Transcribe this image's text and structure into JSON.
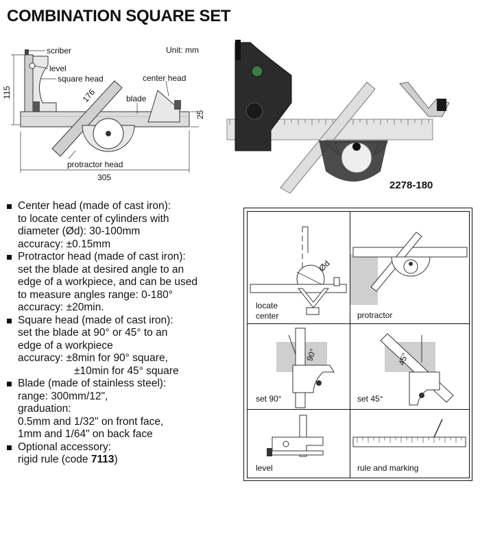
{
  "title": "COMBINATION SQUARE SET",
  "drawing": {
    "unit_label": "Unit: mm",
    "labels": {
      "scriber": "scriber",
      "level": "level",
      "square_head": "square head",
      "center_head": "center head",
      "blade": "blade",
      "protractor_head": "protractor head"
    },
    "dimensions": {
      "height": "115",
      "diagonal": "176",
      "blade_width": "25",
      "length": "305"
    }
  },
  "photo": {
    "model_code": "2278-180"
  },
  "specs": [
    {
      "lines": [
        "Center head (made of cast iron):",
        "to locate center of cylinders with",
        "diameter (Ød): 30-100mm",
        "accuracy: ±0.15mm"
      ]
    },
    {
      "lines": [
        "Protractor head (made of cast iron):",
        "set the blade at desired angle to an",
        "edge of a workpiece, and can be used",
        "to measure angles range: 0-180°",
        "accuracy: ±20min."
      ]
    },
    {
      "lines": [
        "Square head (made of cast iron):",
        "set the blade at 90° or 45° to an",
        "edge of a workpiece",
        "accuracy: ±8min for 90° square,"
      ],
      "indent_line": "±10min for 45° square"
    },
    {
      "lines": [
        "Blade (made of stainless steel):",
        "range: 300mm/12\",",
        "graduation:",
        "0.5mm and 1/32\" on front face,",
        "1mm and 1/64\" on back face"
      ]
    },
    {
      "lines": [
        "Optional accessory:"
      ],
      "accessory_prefix": "rigid rule (code ",
      "accessory_code": "7113",
      "accessory_suffix": ")"
    }
  ],
  "usage": {
    "locate_center_1": "locate",
    "locate_center_2": "center",
    "center_marking": "Ød",
    "protractor": "protractor",
    "set_90": "set 90°",
    "angle_90": "90°",
    "set_45": "set 45°",
    "angle_45": "45°",
    "level": "level",
    "rule_marking": "rule and marking"
  }
}
